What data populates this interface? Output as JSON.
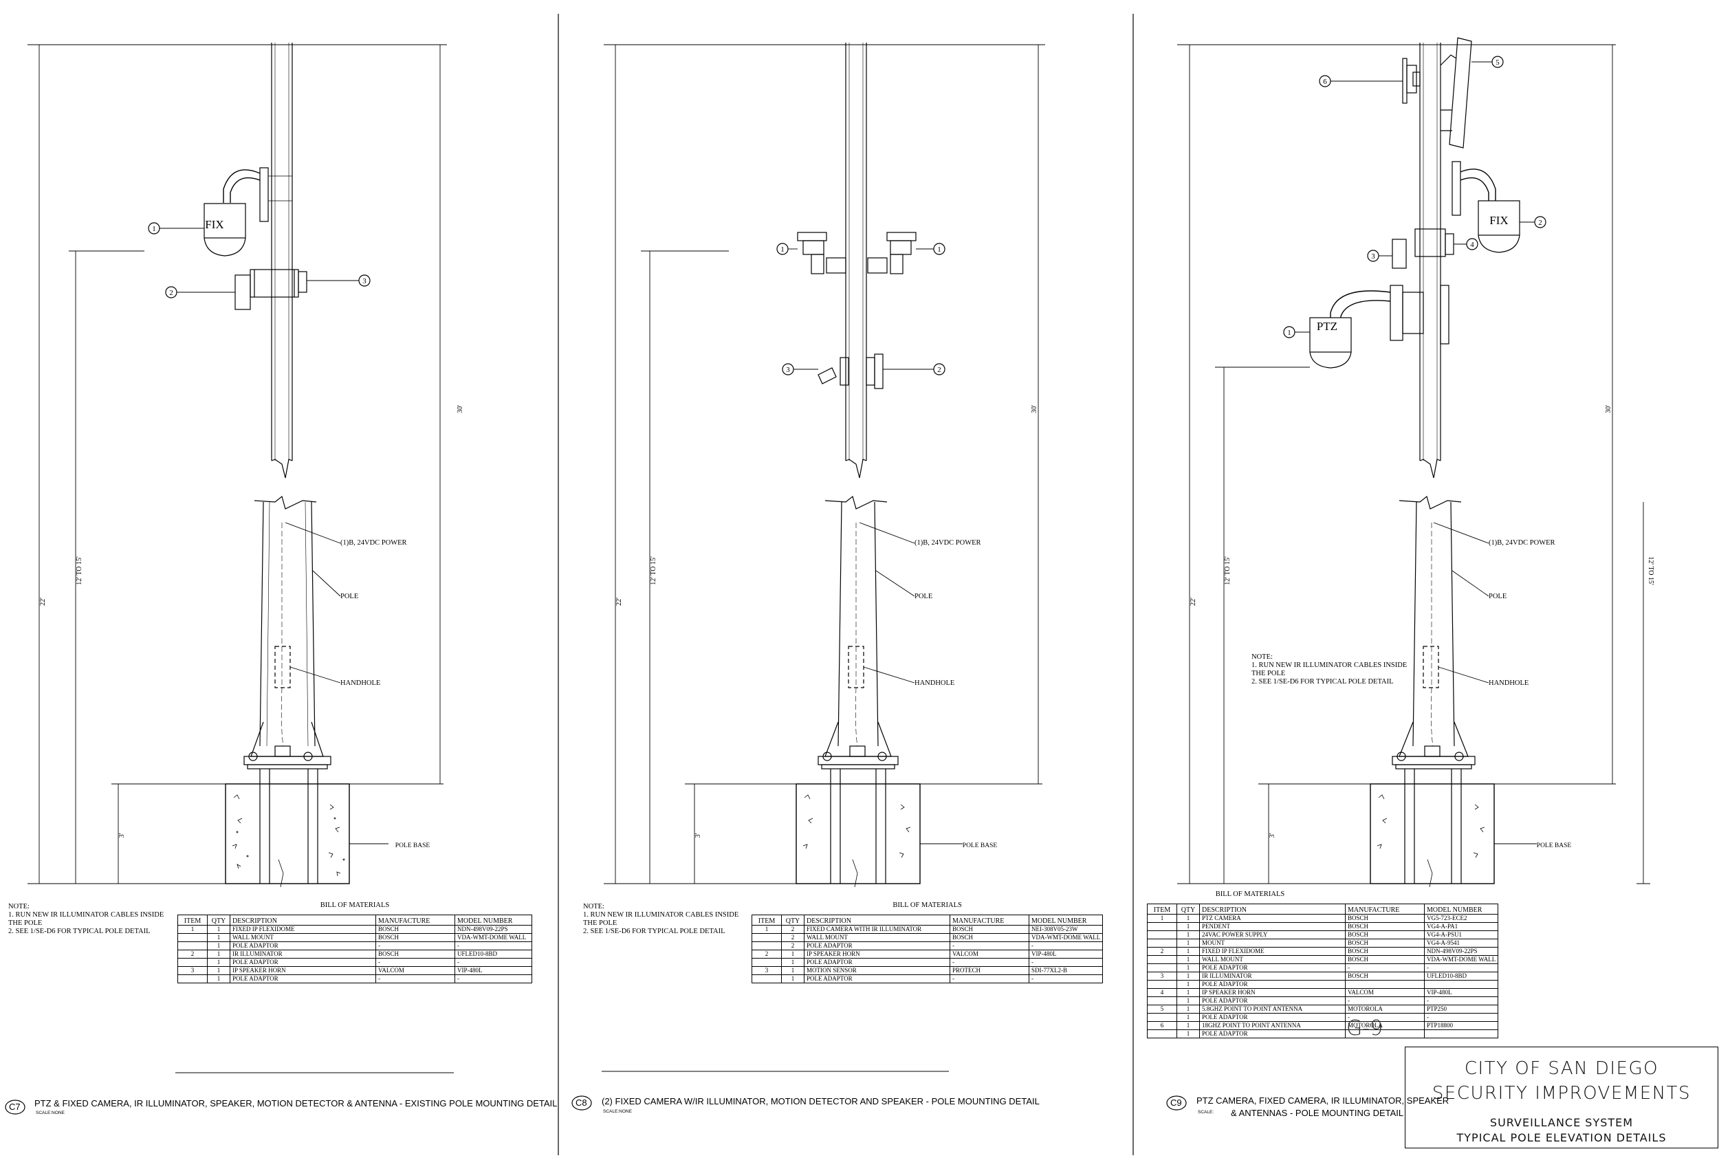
{
  "callouts": {
    "d1": [
      "1",
      "2",
      "3"
    ],
    "d2": [
      "1",
      "1",
      "3",
      "2"
    ],
    "d3": [
      "6",
      "5",
      "2",
      "4",
      "3",
      "1"
    ]
  },
  "camera_labels": {
    "fix": "FIX",
    "ptz": "PTZ"
  },
  "dimensions": {
    "total": "30'",
    "mid": "22'",
    "range": "12' TO 15'",
    "base": "3'"
  },
  "leaders": {
    "power": "(1)B, 24VDC POWER",
    "pole": "POLE",
    "handhole": "HANDHOLE",
    "pole_base": "POLE BASE"
  },
  "note_c7": {
    "title": "NOTE:",
    "lines": [
      "1.    RUN NEW IR ILLUMINATOR CABLES INSIDE",
      "       THE POLE",
      "2.    SEE 1/SE-D6 FOR TYPICAL POLE DETAIL"
    ]
  },
  "note_c8": {
    "title": "NOTE:",
    "lines": [
      "1.    RUN NEW IR ILLUMINATOR CABLES INSIDE",
      "       THE POLE",
      "2.    SEE 1/SE-D6 FOR TYPICAL POLE DETAIL"
    ]
  },
  "note_c9": {
    "title": "NOTE:",
    "lines": [
      "1.    RUN NEW IR ILLUMINATOR CABLES INSIDE",
      "       THE POLE",
      "2.    SEE 1/SE-D6 FOR TYPICAL POLE DETAIL"
    ]
  },
  "bom_c7": {
    "title": "BILL OF MATERIALS",
    "headers": [
      "ITEM",
      "QTY",
      "DESCRIPTION",
      "MANUFACTURE",
      "MODEL NUMBER"
    ],
    "rows": [
      [
        "1",
        "1",
        "FIXED IP FLEXIDOME",
        "BOSCH",
        "NDN-498V09-22PS"
      ],
      [
        "",
        "1",
        "WALL MOUNT",
        "BOSCH",
        "VDA-WMT-DOME WALL"
      ],
      [
        "",
        "1",
        "POLE ADAPTOR",
        "-",
        "-"
      ],
      [
        "2",
        "1",
        "IR ILLUMINATOR",
        "BOSCH",
        "UFLED10-8BD"
      ],
      [
        "",
        "1",
        "POLE ADAPTOR",
        "-",
        "-"
      ],
      [
        "3",
        "1",
        "IP SPEAKER HORN",
        "VALCOM",
        "VIP-480L"
      ],
      [
        "",
        "1",
        "POLE ADAPTOR",
        "-",
        "-"
      ]
    ]
  },
  "bom_c8": {
    "title": "BILL OF MATERIALS",
    "headers": [
      "ITEM",
      "QTY",
      "DESCRIPTION",
      "MANUFACTURE",
      "MODEL NUMBER"
    ],
    "rows": [
      [
        "1",
        "2",
        "FIXED CAMERA WITH IR ILLUMINATOR",
        "BOSCH",
        "NEI-308V05-23W"
      ],
      [
        "",
        "2",
        "WALL MOUNT",
        "BOSCH",
        "VDA-WMT-DOME WALL"
      ],
      [
        "",
        "2",
        "POLE ADAPTOR",
        "-",
        "-"
      ],
      [
        "2",
        "1",
        "IP SPEAKER HORN",
        "VALCOM",
        "VIP-480L"
      ],
      [
        "",
        "1",
        "POLE ADAPTOR",
        "-",
        "-"
      ],
      [
        "3",
        "1",
        "MOTION SENSOR",
        "PROTECH",
        "SDI-77XL2-B"
      ],
      [
        "",
        "1",
        "POLE ADAPTOR",
        "-",
        "-"
      ]
    ]
  },
  "bom_c9": {
    "title": "BILL OF MATERIALS",
    "headers": [
      "ITEM",
      "QTY",
      "DESCRIPTION",
      "MANUFACTURE",
      "MODEL NUMBER"
    ],
    "rows": [
      [
        "1",
        "1",
        "PTZ CAMERA",
        "BOSCH",
        "VG5-723-ECE2"
      ],
      [
        "",
        "1",
        "PENDENT",
        "BOSCH",
        "VG4-A-PA1"
      ],
      [
        "",
        "1",
        "24VAC POWER SUPPLY",
        "BOSCH",
        "VG4-A-PSU1"
      ],
      [
        "",
        "1",
        "MOUNT",
        "BOSCH",
        "VG4-A-9541"
      ],
      [
        "2",
        "1",
        "FIXED IP FLEXIDOME",
        "BOSCH",
        "NDN-498V09-22PS"
      ],
      [
        "",
        "1",
        "WALL MOUNT",
        "BOSCH",
        "VDA-WMT-DOME WALL"
      ],
      [
        "",
        "1",
        "POLE ADAPTOR",
        "-",
        "-"
      ],
      [
        "3",
        "1",
        "IR ILLUMINATOR",
        "BOSCH",
        "UFLED10-8BD"
      ],
      [
        "",
        "1",
        "POLE ADAPTOR",
        "",
        ""
      ],
      [
        "4",
        "1",
        "IP SPEAKER HORN",
        "VALCOM",
        "VIP-480L"
      ],
      [
        "",
        "1",
        "POLE ADAPTOR",
        "-",
        "-"
      ],
      [
        "5",
        "1",
        "5.8GHZ POINT TO POINT ANTENNA",
        "MOTOROLA",
        "PTP250"
      ],
      [
        "",
        "1",
        "POLE ADAPTOR",
        "-",
        "-"
      ],
      [
        "6",
        "1",
        "18GHZ POINT TO POINT ANTENNA",
        "MOTOROLA",
        "PTP18800"
      ],
      [
        "",
        "1",
        "POLE ADAPTOR",
        "",
        ""
      ]
    ]
  },
  "detail_titles": {
    "c7": {
      "tag": "C7",
      "title": "PTZ & FIXED CAMERA, IR ILLUMINATOR, SPEAKER, MOTION DETECTOR & ANTENNA - EXISTING POLE MOUNTING DETAIL",
      "scale": "SCALE:NONE"
    },
    "c8": {
      "tag": "C8",
      "title": "(2) FIXED CAMERA W/IR ILLUMINATOR, MOTION DETECTOR AND SPEAKER - POLE MOUNTING DETAIL",
      "scale": "SCALE:NONE"
    },
    "c9": {
      "tag": "C9",
      "title_line1": "PTZ CAMERA, FIXED CAMERA, IR ILLUMINATOR, SPEAKER",
      "title_line2": "& ANTENNAS - POLE MOUNTING DETAIL",
      "scale": "SCALE:"
    }
  },
  "sheet_number": "G-9",
  "title_block": {
    "line1": "CITY OF SAN DIEGO",
    "line2": "SECURITY IMPROVEMENTS",
    "line3": "SURVEILLANCE SYSTEM",
    "line4": "TYPICAL POLE ELEVATION DETAILS"
  }
}
